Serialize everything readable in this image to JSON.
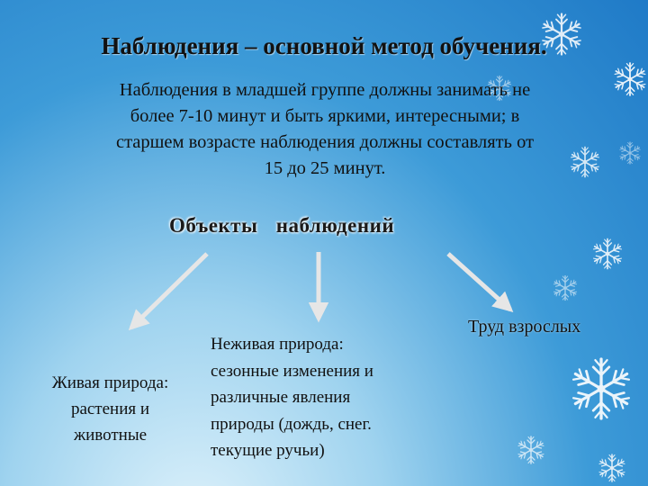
{
  "slide": {
    "title": "Наблюдения – основной метод обучения.",
    "intro_lines": [
      "Наблюдения в младшей группе должны занимать не",
      "более 7-10 минут и быть яркими, интересными; в",
      "старшем возрасте наблюдения должны составлять от",
      "15 до 25 минут."
    ],
    "objects_heading": "Объекты наблюдений",
    "living_nature": {
      "lines": [
        "Живая природа:",
        "растения и",
        "животные"
      ]
    },
    "nonliving_nature": {
      "lines": [
        "Неживая природа:",
        "сезонные изменения и",
        "различные явления",
        "природы (дождь, снег.",
        "текущие ручьи)"
      ]
    },
    "adult_labor": "Труд взрослых",
    "decoration": {
      "icons": [
        "snowflake-icon"
      ],
      "colors": {
        "snowflake": "#ffffff",
        "arrow": "#e6e6e6",
        "background": "#2f8ed3"
      }
    }
  }
}
